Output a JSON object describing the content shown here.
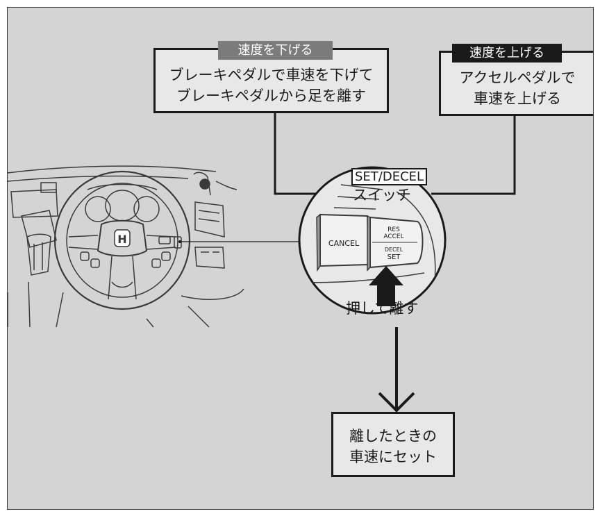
{
  "slow_box": {
    "tag": "速度を下げる",
    "text": "ブレーキペダルで車速を下げて\nブレーキペダルから足を離す"
  },
  "fast_box": {
    "tag": "速度を上げる",
    "text": "アクセルペダルで\n車速を上げる"
  },
  "switch_callout": {
    "name": "SET/DECEL",
    "suffix": "スイッチ",
    "action": "押して離す"
  },
  "buttons": {
    "cancel": "CANCEL",
    "res": "RES",
    "accel": "ACCEL",
    "decel": "DECEL",
    "set": "SET"
  },
  "wheel_emblem": "H",
  "result_box": {
    "text": "離したときの\n車速にセット"
  }
}
